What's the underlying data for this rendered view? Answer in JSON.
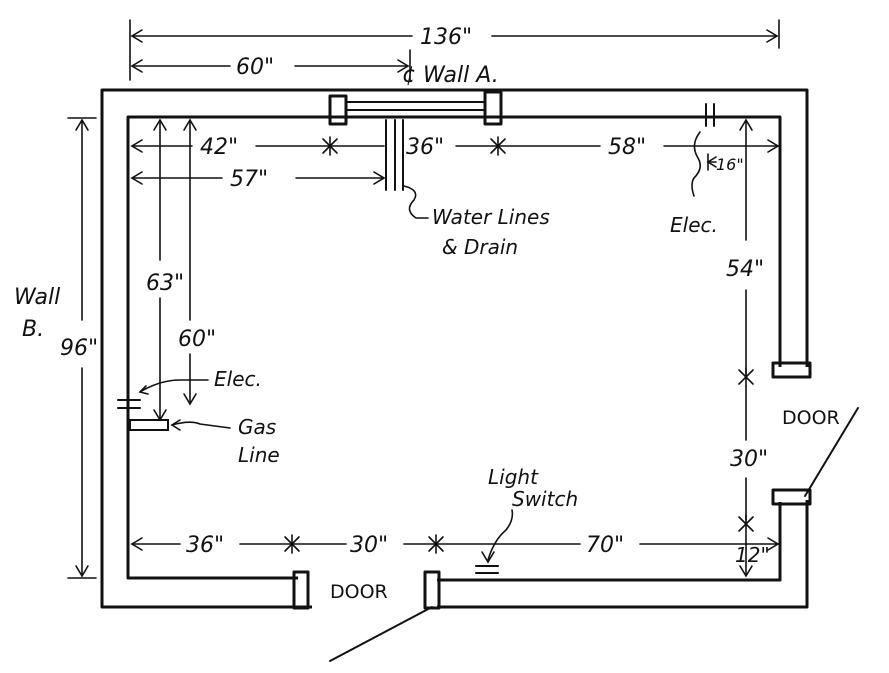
{
  "labels": {
    "overall_width": "136\"",
    "wall_a_offset": "60\"",
    "wall_a_label": "¢ Wall A.",
    "wall_b_label": "Wall",
    "wall_b_label_2": "B.",
    "overall_depth": "96\"",
    "dim_42": "42\"",
    "dim_36_top": "36\"",
    "dim_58": "58\"",
    "dim_57": "57\"",
    "dim_16": "16\"",
    "water_lines": "Water Lines",
    "drain": "& Drain",
    "elec_top": "Elec.",
    "dim_54": "54\"",
    "dim_63": "63\"",
    "dim_60_left": "60\"",
    "elec_left": "Elec.",
    "gas": "Gas",
    "line": "Line",
    "door_right": "DOOR",
    "dim_30_right": "30\"",
    "light": "Light",
    "switch": "Switch",
    "dim_36_bottom": "36\"",
    "dim_30_bottom": "30\"",
    "dim_70": "70\"",
    "dim_12": "12\"",
    "door_bottom": "DOOR"
  }
}
